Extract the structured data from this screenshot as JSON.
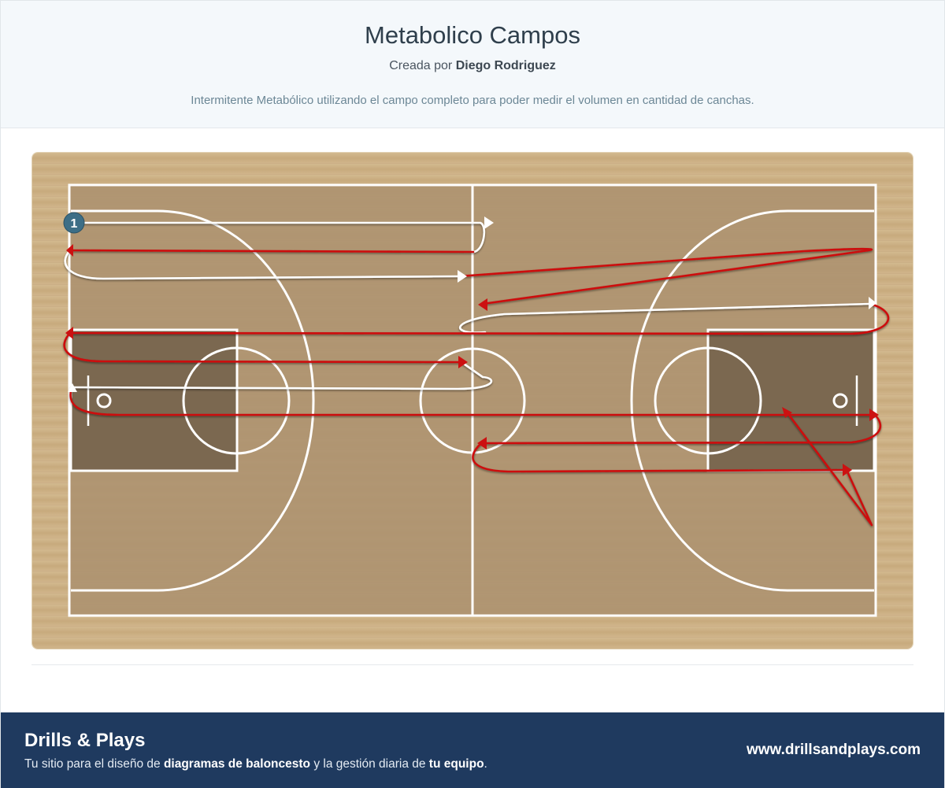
{
  "header": {
    "title": "Metabolico Campos",
    "created_by_prefix": "Creada por",
    "author": "Diego Rodriguez",
    "description": "Intermitente Metabólico utilizando el campo completo para poder medir el volumen en cantidad de canchas."
  },
  "diagram": {
    "player_label": "1",
    "colors": {
      "wood_light": "#cfb48a",
      "wood_dark": "#b89b73",
      "paint": "#7b6850",
      "lines": "#ffffff",
      "run_path": "#ffffff",
      "return_path": "#cc1111",
      "player": "#3d6e86"
    }
  },
  "footer": {
    "brand": "Drills & Plays",
    "tagline_prefix": "Tu sitio para el diseño de",
    "tagline_bold_1": "diagramas de baloncesto",
    "tagline_middle": "y la gestión diaria de",
    "tagline_bold_2": "tu equipo",
    "tagline_suffix": ".",
    "site": "www.drillsandplays.com"
  }
}
